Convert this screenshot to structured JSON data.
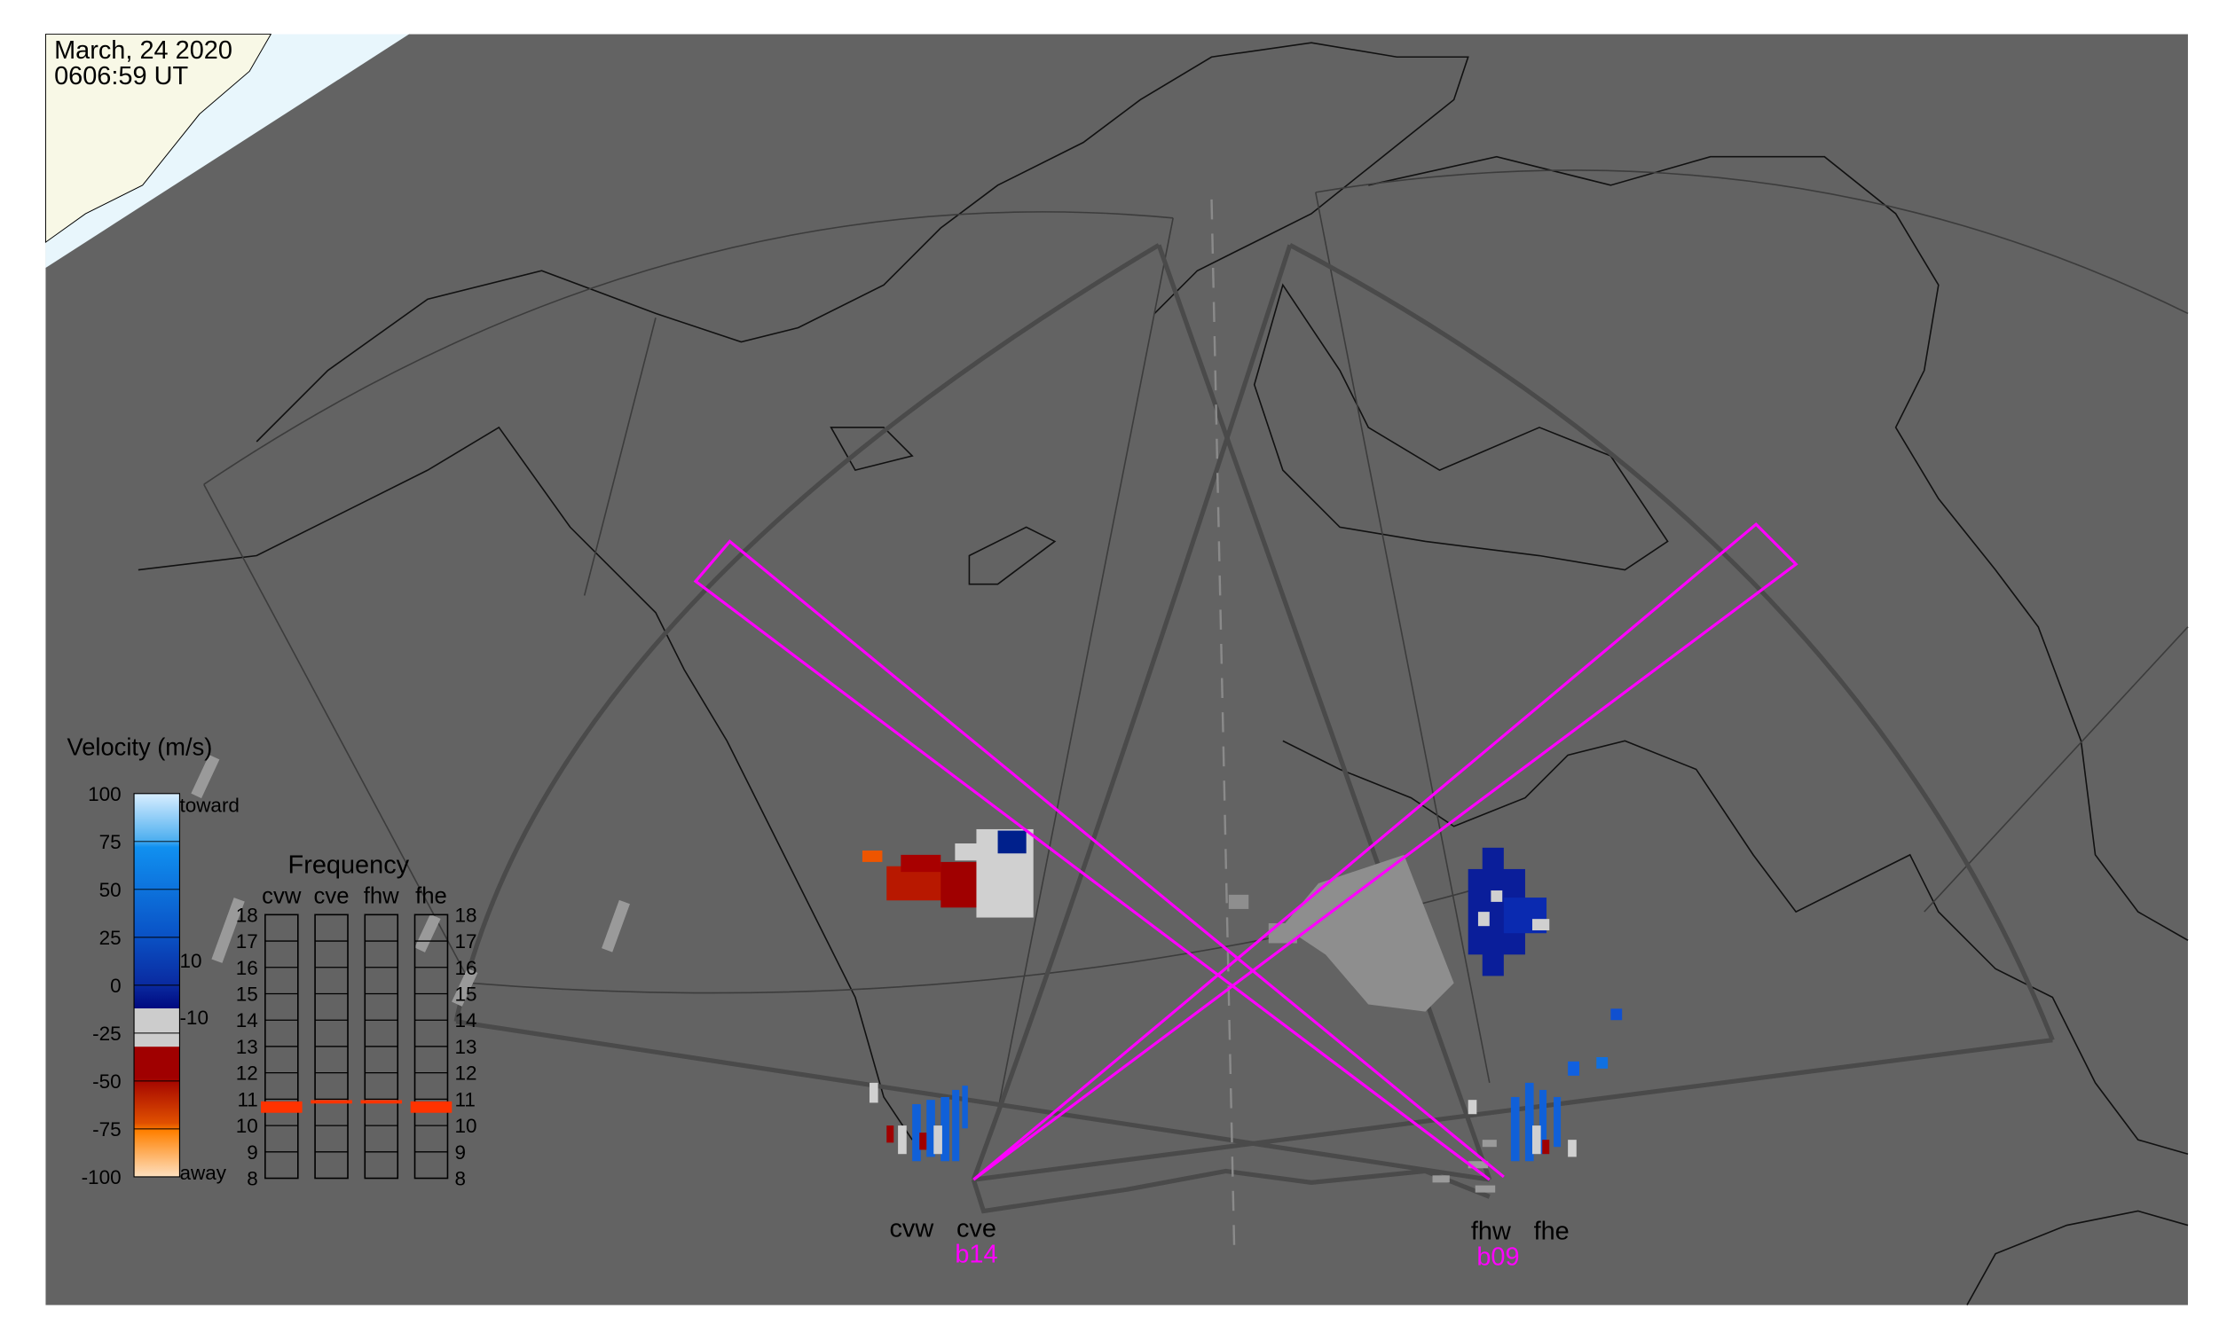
{
  "timestamp": {
    "date": "March, 24 2020",
    "time": "0606:59 UT"
  },
  "colors": {
    "map_bg": "#636363",
    "land_cream": "#f8f8e6",
    "sea": "#e8f6fc",
    "beam": "#ff00ff",
    "fov": "#4a4a4a",
    "freq_mark": "#ff3300"
  },
  "velocity_legend": {
    "title": "Velocity (m/s)",
    "ticks": [
      "100",
      "75",
      "50",
      "25",
      "0",
      "-25",
      "-50",
      "-75",
      "-100"
    ],
    "toward_label": "toward",
    "away_label": "away",
    "threshold_pos": "10",
    "threshold_neg": "-10"
  },
  "frequency": {
    "title": "Frequency",
    "radars": [
      "cvw",
      "cve",
      "fhw",
      "fhe"
    ],
    "ticks": [
      "18",
      "17",
      "16",
      "15",
      "14",
      "13",
      "12",
      "11",
      "10",
      "9",
      "8"
    ],
    "values_mhz": [
      10.7,
      10.9,
      10.9,
      10.7
    ]
  },
  "sites": [
    {
      "radars": [
        "cvw",
        "cve"
      ],
      "beam": "b14"
    },
    {
      "radars": [
        "fhw",
        "fhe"
      ],
      "beam": "b09"
    }
  ]
}
